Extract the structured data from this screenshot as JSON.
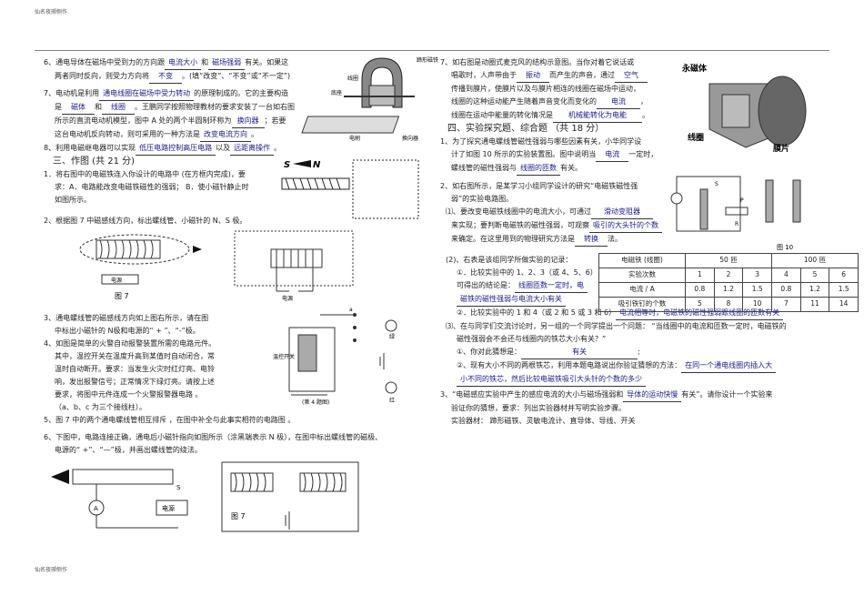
{
  "header": {
    "watermark": "仙名夜琊侧作"
  },
  "footer": {
    "watermark": "仙名夜琊侧作"
  },
  "left": {
    "q6": {
      "pre": "6、通电导体在磁场中受到力的方向跟",
      "a1": "电流大小",
      "mid1": "和",
      "a2": "磁场强弱",
      "post1": "有关。如果这",
      "l2pre": "两者同时反向，则受力方向将",
      "a3": "不变",
      "l2post": "。(填“改变”、“不变”或“不一定”)"
    },
    "q7": {
      "pre": "7、电动机是利用",
      "a1": "通电线圈在磁场中受力转动",
      "post": "的原理制成的。它的主要构造",
      "l2pre": "是",
      "a2": "磁体",
      "l2mid": "和",
      "a3": "线圈",
      "l2post": "。王鹏同学按照物理教材的要求安装了一台如右图",
      "l3": "所示的直流电动机模型，图中    A 处的两个半圆制环称为",
      "a4": "换向器",
      "l3post": "；若要",
      "l4pre": "这台电动机反向转动，则可采用的一种方法是",
      "a5": "改变电流方向",
      "l4post": "。"
    },
    "q8": {
      "pre": "8、利用电磁继电器可以实现",
      "a1": "低压电路控制高压电路",
      "mid": "以及",
      "a2": "远距离操作",
      "post": "。"
    },
    "sec3": "三、作图 (共 21 分)",
    "d1": {
      "l1": "1．将右图中的电磁铁连入你设计的电路中        (在方框内完成)，要",
      "l2": "求：A．电路能改变电磁铁磁性的强弱；    B．使小磁针静止时",
      "l3": "如图所示。"
    },
    "d2": {
      "l1": "2、根据图   7 中磁感线方向，标出螺线管、小磁针的        N、S 极。"
    },
    "d3": {
      "l1": "3、通电螺线管的磁感线方向如上图右所示，请在图",
      "l2": "中标出小磁针的     N极和电源的“ + ”、“-”极。"
    },
    "d4": {
      "l1": "4、如图是简单的火警自动报警装置所需的电路元件。",
      "l2": "其中，温控开关在温度升高到某值时自动闭合，常",
      "l3": "温时自动断开。要求：当发生火灾时红灯亮、电铃",
      "l4": "响，发出报警信号；正常情况下绿灯亮。请按上述",
      "l5": "要求，将图中元件连成一个火警报警器电路        。",
      "l6": "（a、b、c 为三个接线柱）。"
    },
    "d5": {
      "l1": "5、图 7 中的两个通电螺线管相互排斥       ，在图中补全与此事实相符的电路图        。"
    },
    "d6": {
      "l1": "6、下图中，电路连接正确，通电后小磁针指向如图所示（涂黑端表示                N 极），在图中标出螺线管的磁极、",
      "l2": "电源的“ +”、“—”极，并画出螺线管的绕法。"
    }
  },
  "right": {
    "q7": {
      "l1": "7、如右图是动圈式麦克风的结构示意图。当你对着它说话或",
      "l2pre": "唱歌时，人声带由于",
      "a1": "振动",
      "l2mid": "而产生的声音，通过",
      "a2": "空气",
      "l3": "传播到膜片，使膜片以及与膜片相连的线圈在磁场中运动，",
      "l4pre": "线圈的这种运动能产生随着声音变化而变化的",
      "a3": "电流",
      "l4post": "，",
      "l5pre": "线圈在运动中能量的转化情况是",
      "a4": "机械能转化为电能",
      "l5post": "。"
    },
    "sec4": "四、实验探究题、综合题    （共 18 分）",
    "e1": {
      "l1": "1、为了探究通电螺线管磁性强弱与哪些因素有关，小华同学设",
      "l2pre": "计了如图   10 所示的实验装置图。图中说明当",
      "a1": "电流",
      "l2post": "一定时，",
      "l3pre": "螺线管的磁性强弱与",
      "a2": "线圈的匝数",
      "l3post": "有关。"
    },
    "e2": {
      "l1": "2、如右图所示，是某学习小组同学设计的研究“电磁铁磁性强",
      "l2": "弱”的实验电路图。",
      "q1pre": "⑴、要改变电磁铁线圈中的电流大小，可通过",
      "q1a": "滑动变阻器",
      "q1l2pre": "来实现；要判断电磁铁的磁性强弱，可观察",
      "q1a2": "吸引的大头针的个数",
      "q1l3pre": "来确定。在这里用到的物理研究方法是",
      "q1a3": "转换",
      "q1l3post": "法。",
      "q2": "(2)、右表是该组同学所做实验的记录：",
      "q2a_pre": "①．比较实验中的    1、2、3（或 4、5、6）",
      "q2a_l2": "可得出的结论是：",
      "q2a_ans1": "线圈匝数一定时，电",
      "q2a_ans2": "磁铁的磁性强弱与电流大小有关",
      "q2b_pre": "②．比较实验中的    1 和 4（或 2 和 5 或 3 和 6）",
      "q2b_ans": "电流相等时，电磁铁的磁性强弱跟线圈的匝数有关",
      "q3_l1": "⑶、在与同学们交流讨论时，另一组的一个同学提出一个问题：        “当线圈中的电流和匝数一定时，电磁铁的",
      "q3_l2": "磁性强弱会不会还与线圈内的铁芯大小有关？”",
      "q3_a_pre": "①、你对此猜想是：",
      "q3_a_ans": "有关",
      "q3_b_pre": "②、现有大小不同的两根铁芯，利用本题电路说出你验证猜想的方法：",
      "q3_b_ans1": "在同一个通电线圈内插入大",
      "q3_b_ans2": "小不同的铁芯，然后比较电磁铁吸引大头针的个数的多少"
    },
    "e3": {
      "l1pre": "3、“电磁感应实验中产生的感应电流的大小与磁场强弱和",
      "a1": "导体的运动快慢",
      "l1post": "有关”。请你设计一个实验来",
      "l2": "验证你的猜想，要求：列出实验器材并写明实验步骤。",
      "l3": "实验器材：  蹄形磁铁、灵敏电流计、直导体、导线、开关"
    }
  },
  "figures": {
    "motor_labels": [
      "线圈",
      "换向器",
      "底座",
      "电刷",
      "蹄形磁铁"
    ],
    "mic_labels": [
      "永磁体",
      "线圈",
      "膜片"
    ],
    "fig7_caption": "图 7",
    "fig7b_caption": "图 7",
    "fig4_caption": "(第 4 题图)",
    "fig10_caption": "图 10",
    "power_label": "电源",
    "power_label2": "电源",
    "alarm_labels": {
      "switch": "温控开关",
      "green": "绿",
      "red": "红"
    },
    "circuit_labels": {
      "s": "S",
      "p": "P",
      "r": "R",
      "a": "A"
    },
    "sn_label": "S",
    "sn_label2": "N"
  },
  "table": {
    "h1": "电磁铁 (线圈)",
    "h2": "50 匝",
    "h3": "100 匝",
    "rows": [
      {
        "label": "实验次数",
        "cells": [
          "1",
          "2",
          "3",
          "4",
          "5",
          "6"
        ]
      },
      {
        "label": "电流    / A",
        "cells": [
          "0.8",
          "1.2",
          "1.5",
          "0.8",
          "1.2",
          "1.5"
        ]
      },
      {
        "label": "吸引铁钉的个数",
        "cells": [
          "5",
          "8",
          "10",
          "7",
          "11",
          "14"
        ]
      }
    ]
  }
}
